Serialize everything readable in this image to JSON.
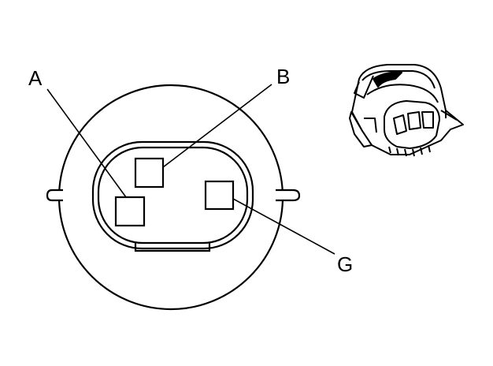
{
  "labels": {
    "a": "A",
    "b": "B",
    "g": "G"
  },
  "colors": {
    "line": "#000000",
    "background": "#ffffff"
  }
}
